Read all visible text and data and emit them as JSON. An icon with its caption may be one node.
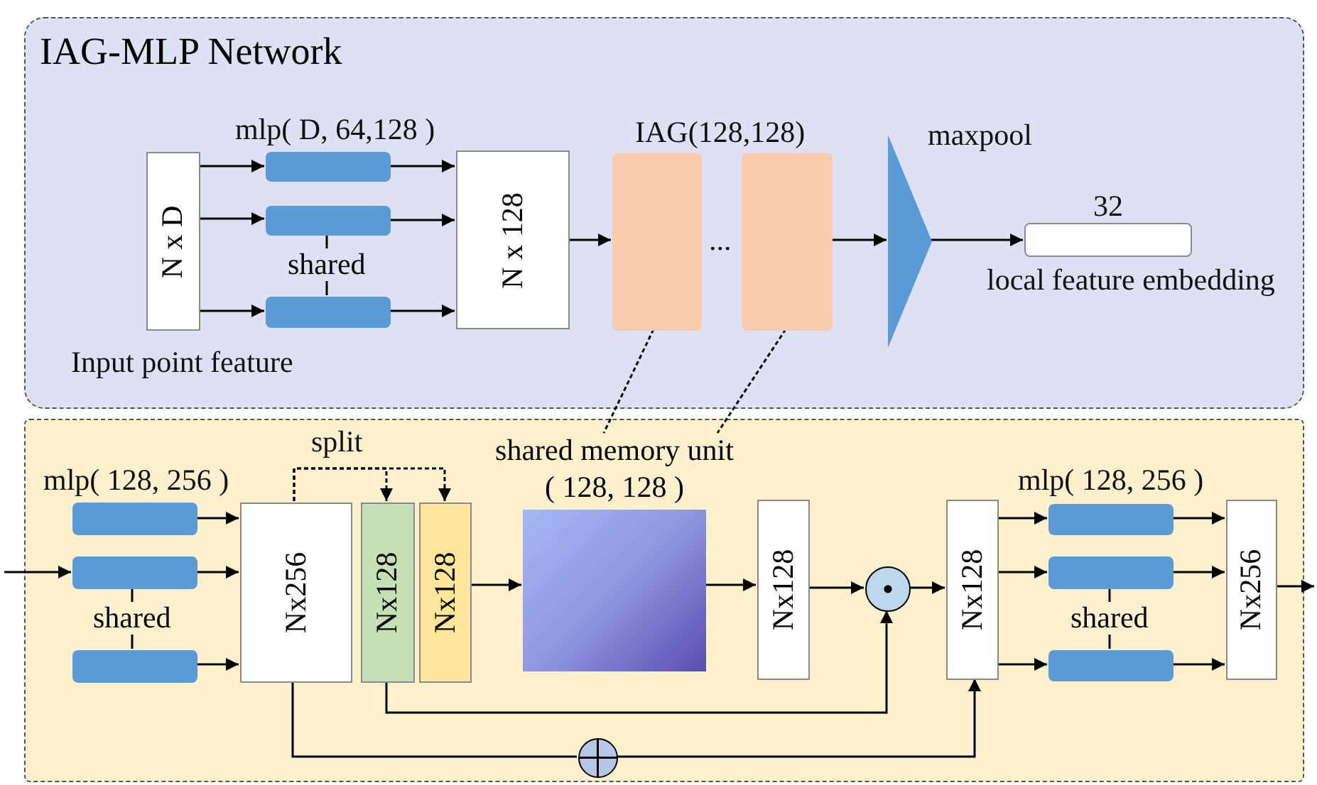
{
  "diagram": {
    "nodes": [
      {
        "text": [
          "IAG-MLP Network"
        ]
      },
      {
        "text": [
          "N x D"
        ],
        "in": 0
      },
      {
        "text": [],
        "shape": "bar",
        "in": 0
      },
      {
        "text": [],
        "shape": "bar",
        "in": 0
      },
      {
        "text": [],
        "shape": "bar",
        "in": 0
      },
      {
        "text": [
          "N x 128"
        ],
        "in": 0
      },
      {
        "text": [],
        "shape": "box",
        "in": 0
      },
      {
        "text": [],
        "shape": "box",
        "in": 0
      },
      {
        "text": [],
        "shape": "triangle",
        "in": 0,
        "beside": [
          "maxpool"
        ]
      },
      {
        "text": [],
        "shape": "box",
        "in": 0,
        "beside": [
          "32",
          "local feature embedding"
        ]
      },
      {
        "text": [],
        "shape": "box"
      },
      {
        "text": [],
        "shape": "bar",
        "in": 10
      },
      {
        "text": [],
        "shape": "bar",
        "in": 10
      },
      {
        "text": [],
        "shape": "bar",
        "in": 10
      },
      {
        "text": [
          "Nx256"
        ],
        "in": 10
      },
      {
        "text": [
          "Nx128"
        ],
        "in": 10
      },
      {
        "text": [
          "Nx128"
        ],
        "in": 10
      },
      {
        "text": [
          "shared memory unit",
          "( 128, 128 )"
        ],
        "in": 10
      },
      {
        "text": [
          "Nx128"
        ],
        "in": 10
      },
      {
        "text": [],
        "shape": "circle",
        "in": 10
      },
      {
        "text": [
          "Nx128"
        ],
        "in": 10
      },
      {
        "text": [],
        "shape": "bar",
        "in": 10
      },
      {
        "text": [],
        "shape": "bar",
        "in": 10
      },
      {
        "text": [],
        "shape": "bar",
        "in": 10
      },
      {
        "text": [
          "Nx256"
        ],
        "in": 10
      },
      {
        "text": [],
        "shape": "circle",
        "in": 10
      }
    ],
    "edges": [
      {
        "from": 1,
        "to": 2,
        "arrow": "to"
      },
      {
        "from": 1,
        "to": 3,
        "arrow": "to"
      },
      {
        "from": 1,
        "to": 4,
        "arrow": "to"
      },
      {
        "from": 2,
        "to": 5,
        "arrow": "to"
      },
      {
        "from": 3,
        "to": 5,
        "arrow": "to"
      },
      {
        "from": 4,
        "to": 5,
        "arrow": "to"
      },
      {
        "from": 3,
        "to": 4,
        "arrow": "none",
        "label": "shared"
      },
      {
        "from": 5,
        "to": 6,
        "arrow": "to"
      },
      {
        "from": 7,
        "to": 8,
        "arrow": "to"
      },
      {
        "from": 8,
        "to": 9,
        "arrow": "to"
      },
      {
        "from": 6,
        "to": 17,
        "arrow": "none",
        "style": "dashed"
      },
      {
        "from": 7,
        "to": 17,
        "arrow": "none",
        "style": "dashed"
      },
      {
        "from": null,
        "to": 12,
        "arrow": "to"
      },
      {
        "from": 11,
        "to": 14,
        "arrow": "to"
      },
      {
        "from": 12,
        "to": 14,
        "arrow": "to"
      },
      {
        "from": 13,
        "to": 14,
        "arrow": "to"
      },
      {
        "from": 12,
        "to": 13,
        "arrow": "none",
        "label": "shared"
      },
      {
        "from": 14,
        "to": 15,
        "arrow": "to",
        "style": "dashed"
      },
      {
        "from": 14,
        "to": 16,
        "arrow": "to",
        "style": "dashed"
      },
      {
        "from": 16,
        "to": 17,
        "arrow": "to"
      },
      {
        "from": 17,
        "to": 18,
        "arrow": "to"
      },
      {
        "from": 18,
        "to": 19,
        "arrow": "to"
      },
      {
        "from": 19,
        "to": 20,
        "arrow": "to"
      },
      {
        "from": 15,
        "to": 19,
        "arrow": "to"
      },
      {
        "from": 14,
        "to": 25,
        "arrow": "none"
      },
      {
        "from": 25,
        "to": 20,
        "arrow": "to"
      },
      {
        "from": 20,
        "to": 21,
        "arrow": "to"
      },
      {
        "from": 20,
        "to": 22,
        "arrow": "to"
      },
      {
        "from": 20,
        "to": 23,
        "arrow": "to"
      },
      {
        "from": 21,
        "to": 24,
        "arrow": "to"
      },
      {
        "from": 22,
        "to": 24,
        "arrow": "to"
      },
      {
        "from": 23,
        "to": 24,
        "arrow": "to"
      },
      {
        "from": 22,
        "to": 23,
        "arrow": "none",
        "label": "shared"
      },
      {
        "from": 24,
        "to": null,
        "arrow": "to"
      }
    ],
    "labels": [
      "mlp( D, 64,128 )",
      "IAG(128,128)",
      "...",
      "Input point feature",
      "split",
      "mlp( 128, 256 )",
      "mlp( 128, 256 )"
    ]
  }
}
